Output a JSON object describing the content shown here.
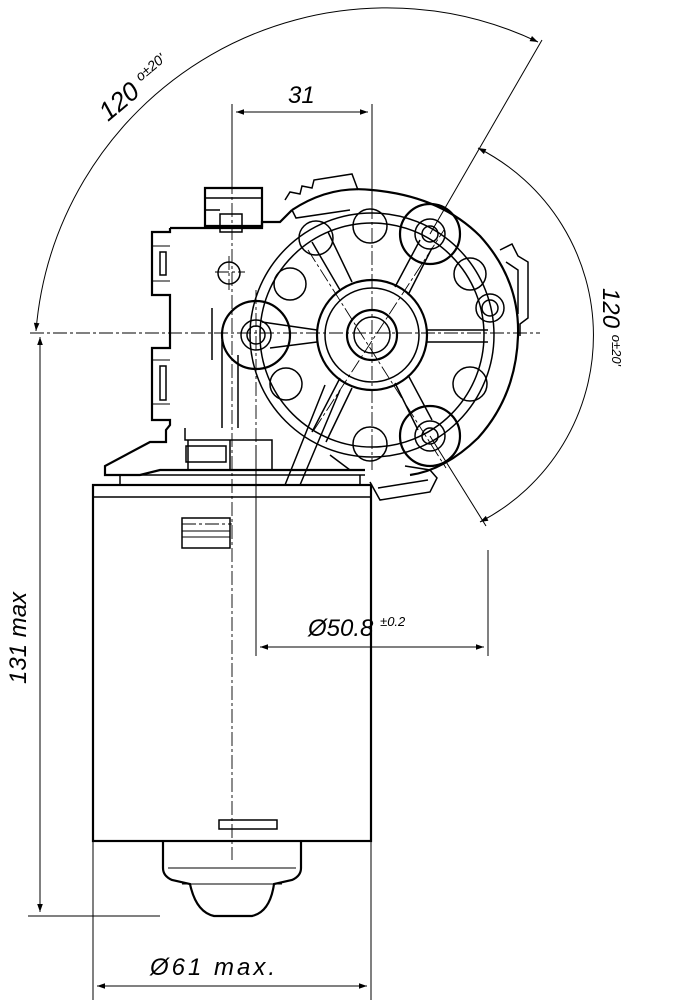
{
  "drawing": {
    "dimensions": {
      "angle_top": {
        "value": "120",
        "tolerance": "o±20'"
      },
      "angle_right": {
        "value": "120",
        "tolerance": "o±20'"
      },
      "width_31": "31",
      "diameter_bolt_circle": {
        "value": "Ø50.8",
        "tolerance": "±0.2"
      },
      "height_max": "131 max",
      "diameter_max": "Ø61 max."
    }
  }
}
